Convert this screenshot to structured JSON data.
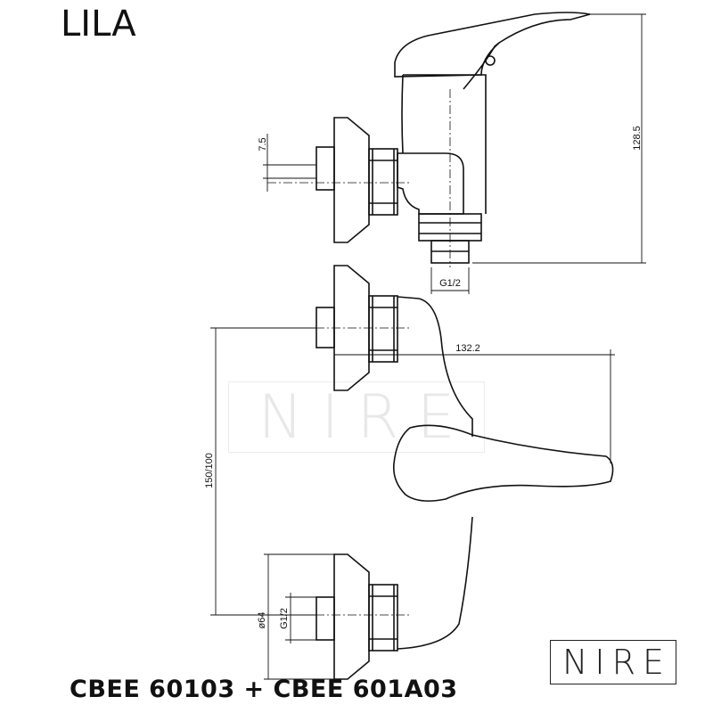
{
  "title": "LILA",
  "footer_code": "CBEE 60103 + CBEE 601A03",
  "logo_text": "NIRE",
  "watermark_text": "NIRE",
  "dimensions": {
    "height_total": "128.5",
    "pipe_size_top": "7.5",
    "thread_outlet": "G1/2",
    "length": "132.2",
    "spacing": "150/100",
    "diameter": "ø64",
    "thread_inlet": "G1/2"
  }
}
